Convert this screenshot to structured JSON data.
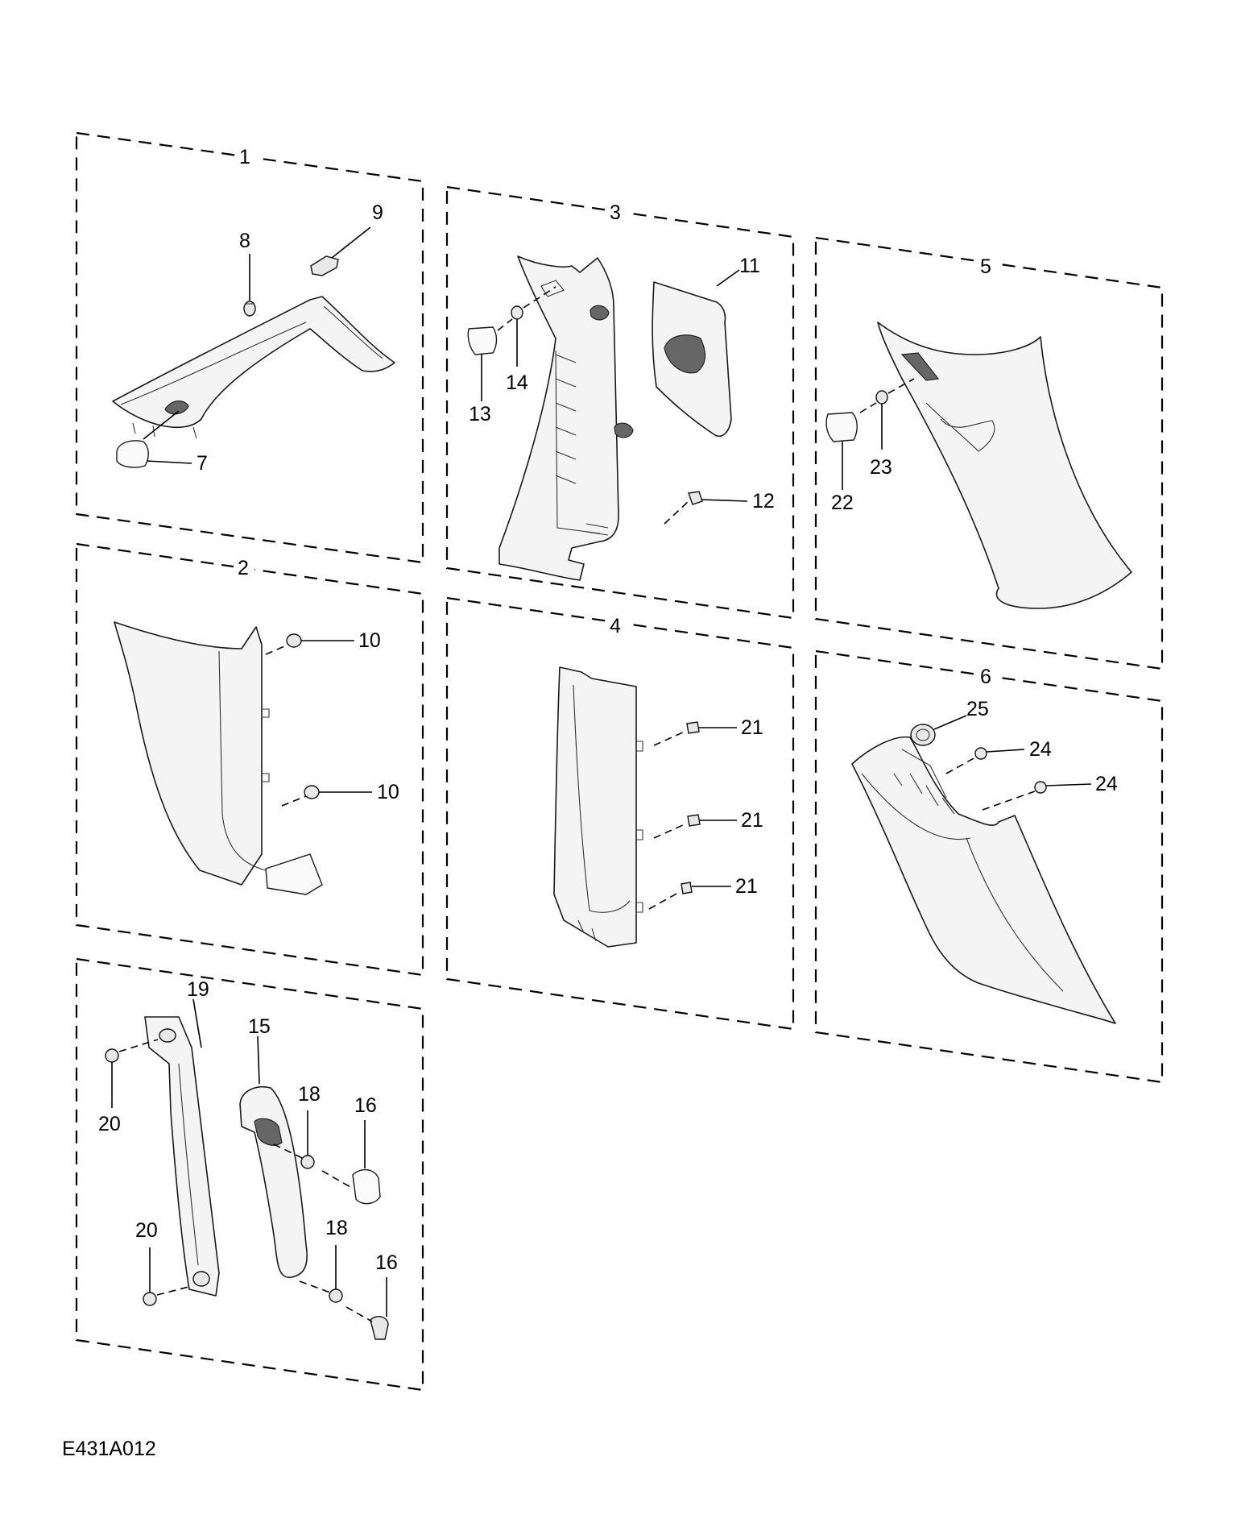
{
  "diagram_code": "E431A012",
  "group_labels": [
    "1",
    "2",
    "3",
    "4",
    "5",
    "6"
  ],
  "part_labels": {
    "p7": "7",
    "p8": "8",
    "p9": "9",
    "p10a": "10",
    "p10b": "10",
    "p11": "11",
    "p12": "12",
    "p13": "13",
    "p14": "14",
    "p15": "15",
    "p16a": "16",
    "p16b": "16",
    "p18a": "18",
    "p18b": "18",
    "p19": "19",
    "p20a": "20",
    "p20b": "20",
    "p21a": "21",
    "p21b": "21",
    "p21c": "21",
    "p22": "22",
    "p23": "23",
    "p24a": "24",
    "p24b": "24",
    "p25": "25"
  }
}
